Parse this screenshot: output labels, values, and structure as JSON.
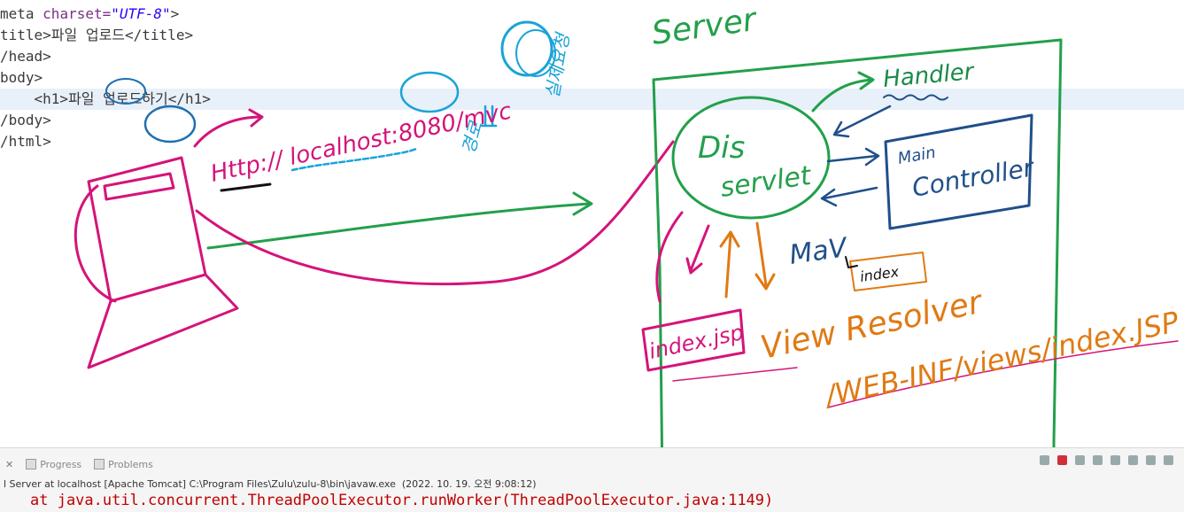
{
  "code": {
    "line1": {
      "a": "meta ",
      "b": "charset=",
      "c": "\"UTF-8\"",
      "d": ">"
    },
    "line2": "title>파일 업로드</title>",
    "line3": "/head>",
    "line4": "body>",
    "line5": "    <h1>파일 업로드하기</h1>",
    "line6": "/body>",
    "line7": "/html>"
  },
  "drawing": {
    "server": "Server",
    "url": "Http:// localhost:8080/mvc",
    "actual_request": "실제요청",
    "path": "경로",
    "dis": "Dis",
    "servlet": "servlet",
    "handler": "Handler",
    "main": "Main",
    "controller": "Controller",
    "mav": "MaV",
    "index": "index",
    "index_jsp": "index.jsp",
    "view_resolver": "View Resolver",
    "web_inf_path": "/WEB-INF/views/index.JSP"
  },
  "console": {
    "tabs": [
      {
        "label": "Progress"
      },
      {
        "label": "Problems"
      }
    ],
    "server_line": "l Server at localhost [Apache Tomcat] C:\\Program Files\\Zulu\\zulu-8\\bin\\javaw.exe  (2022. 10. 19. 오전 9:08:12)",
    "trace": "at java.util.concurrent.ThreadPoolExecutor.runWorker(ThreadPoolExecutor.java:1149)"
  },
  "colors": {
    "client": "#d4147a",
    "server_box": "#22a04a",
    "handler": "#1a8a4a",
    "controller": "#1f4f8a",
    "orange": "#e07a14",
    "cyan": "#1aa3d8",
    "trace": "#c00000"
  }
}
